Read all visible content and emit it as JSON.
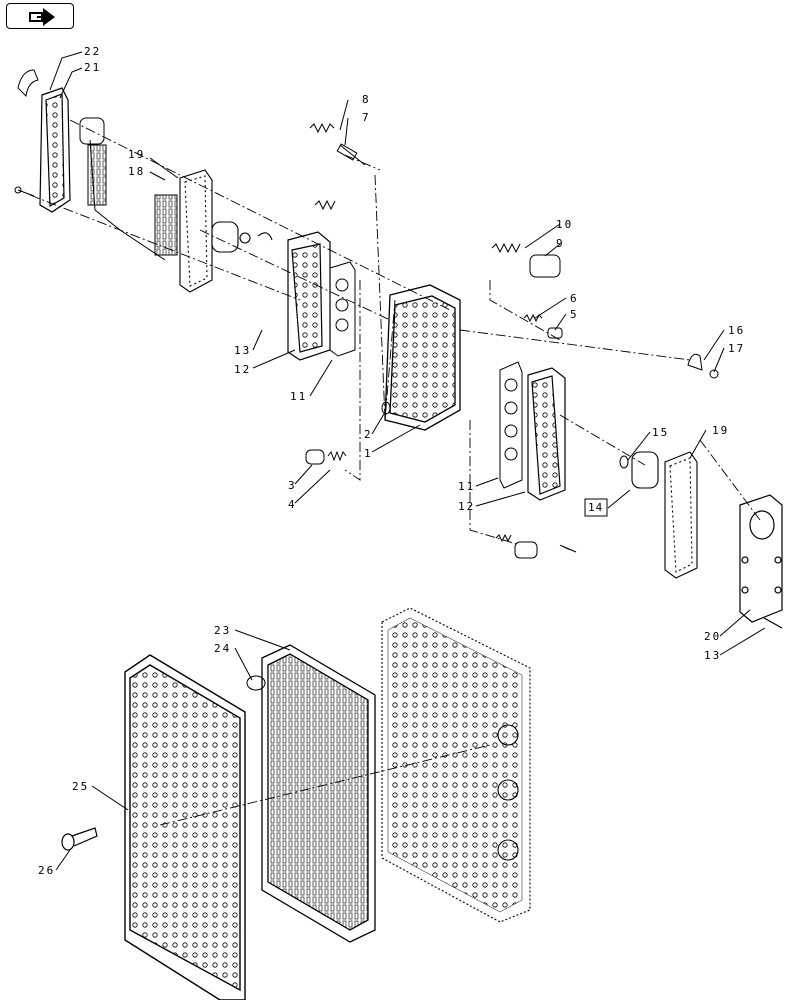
{
  "nav": {
    "icon": "next-page-arrow-icon"
  },
  "callouts": {
    "c22": "22",
    "c21": "21",
    "c19a": "19",
    "c18": "18",
    "c8": "8",
    "c7": "7",
    "c10": "10",
    "c9": "9",
    "c6": "6",
    "c5": "5",
    "c13a": "13",
    "c12a": "12",
    "c11a": "11",
    "c2": "2",
    "c1": "1",
    "c3": "3",
    "c4": "4",
    "c16": "16",
    "c17": "17",
    "c15": "15",
    "c19b": "19",
    "c11b": "11",
    "c12b": "12",
    "c14": "14",
    "c20": "20",
    "c13b": "13",
    "c23": "23",
    "c24": "24",
    "c25": "25",
    "c26": "26"
  }
}
